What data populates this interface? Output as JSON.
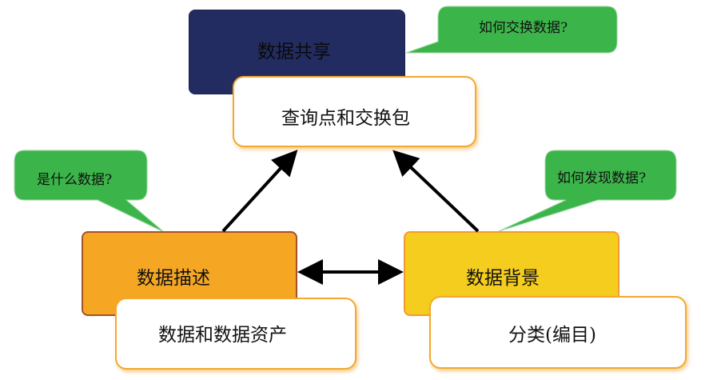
{
  "diagram": {
    "nodes": {
      "data_sharing": {
        "label": "数据共享",
        "color": "#232c60"
      },
      "query_exchange": {
        "label": "查询点和交换包"
      },
      "data_description": {
        "label": "数据描述",
        "color": "#f5a623"
      },
      "data_assets": {
        "label": "数据和数据资产"
      },
      "data_context": {
        "label": "数据背景",
        "color": "#f5cd1e"
      },
      "classification": {
        "label": "分类(编目)"
      }
    },
    "callouts": {
      "how_exchange": {
        "label": "如何交换数据?",
        "color": "#3bb54a"
      },
      "what_data": {
        "label": "是什么数据?",
        "color": "#3bb54a"
      },
      "how_discover": {
        "label": "如何发现数据?",
        "color": "#3bb54a"
      }
    },
    "edges": [
      {
        "from": "数据描述",
        "to": "查询点和交换包",
        "direction": "forward"
      },
      {
        "from": "数据背景",
        "to": "查询点和交换包",
        "direction": "forward"
      },
      {
        "from": "数据描述",
        "to": "数据背景",
        "direction": "bidirectional"
      }
    ]
  }
}
